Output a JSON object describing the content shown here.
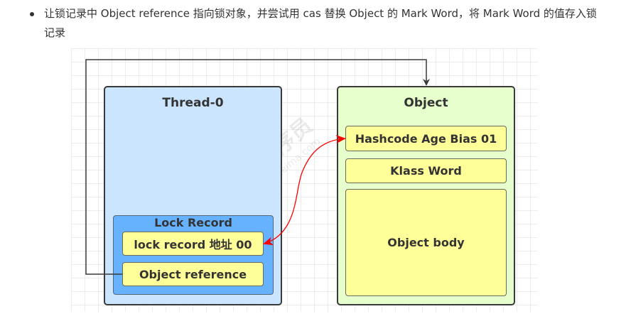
{
  "document": {
    "bullet_text": "让锁记录中 Object reference 指向锁对象，并尝试用 cas 替换 Object 的 Mark Word，将 Mark Word 的值存入锁记录"
  },
  "diagram": {
    "thread": {
      "title": "Thread-0",
      "lock_record": {
        "title": "Lock Record",
        "cells": [
          "lock  record 地址 00",
          "Object reference"
        ]
      }
    },
    "object": {
      "title": "Object",
      "cells": [
        "Hashcode Age Bias 01",
        "Klass Word",
        "Object body"
      ]
    },
    "watermark": {
      "text": "黑马程序员",
      "url": "www.itheima.com"
    },
    "colors": {
      "thread_fill": "#cce5ff",
      "object_fill": "#e6ffcc",
      "lock_record_fill": "#66b2ff",
      "cell_fill": "#ffff99",
      "arrow_red": "#ff0000",
      "line_dark": "#3a3a3a"
    }
  }
}
